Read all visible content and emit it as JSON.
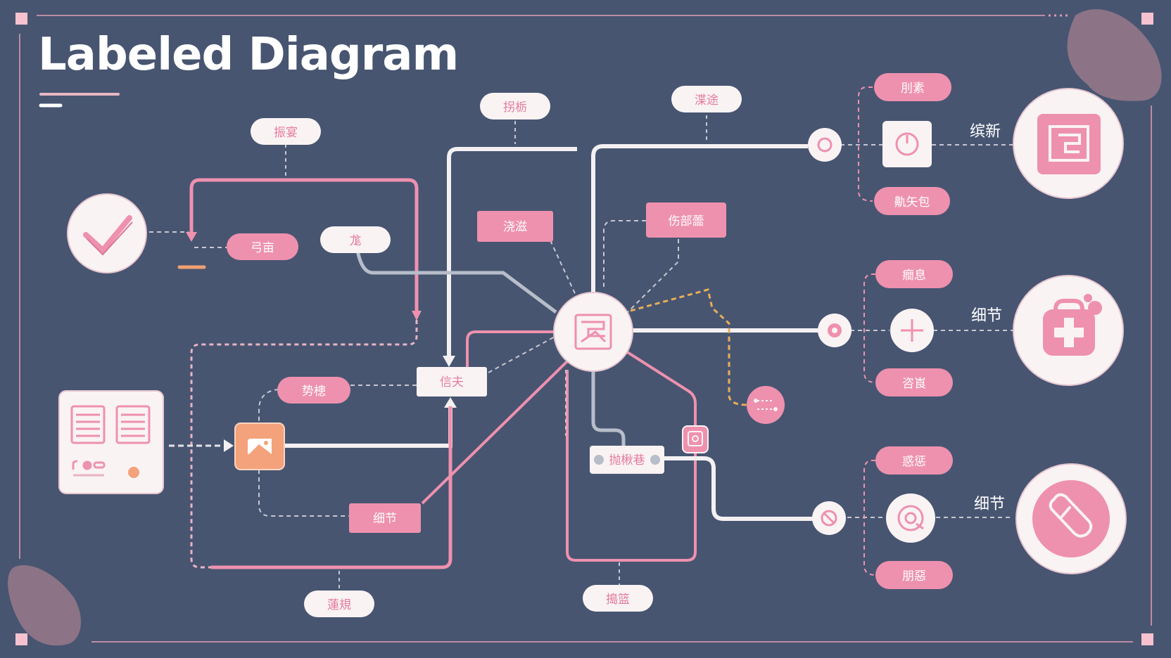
{
  "header": {
    "title": "Labeled Diagram"
  },
  "colors": {
    "background": "#475571",
    "accent_pink": "#EE91AE",
    "line_white": "#F4F0F2",
    "accent_orange": "#F3A27C",
    "accent_gold": "#E7AE58",
    "corner_blob": "#8C7386"
  },
  "labels": {
    "top_left_pill": "振宴",
    "top_center_pill": "拐栃",
    "top_right_pill": "渫途",
    "left_pink_pill": "弓亩",
    "left_white_pill": "尨",
    "center_pink_box": "浇滋",
    "center_right_pink_box": "伤部蘦",
    "mid_left_pink_pill": "势槵",
    "center_white_box": "信夫",
    "lower_left_pink_box": "细节",
    "lower_center_white_box": "抛楸巷",
    "bottom_left_pill": "蓮規",
    "bottom_center_pill": "搗篮",
    "right_top_upper_pill": "刖素",
    "right_top_lower_pill": "鼽矢包",
    "right_mid_upper_pill": "癎息",
    "right_mid_lower_pill": "咨崀",
    "right_bot_upper_pill": "惑惩",
    "right_bot_lower_pill": "朋惡",
    "right_top_caption": "缤新",
    "right_mid_caption": "细节",
    "right_bot_caption": "细节"
  },
  "icons": {
    "check": "check-icon",
    "document": "document-panel-icon",
    "image": "image-icon",
    "hub": "hub-picture-icon",
    "ring": "ring-icon",
    "power": "power-icon",
    "plus": "plus-icon",
    "target": "target-icon",
    "frame": "frame-icon",
    "medical": "medical-bag-icon",
    "pill": "pill-icon",
    "dots": "dots-icon",
    "small_badge": "badge-icon"
  }
}
